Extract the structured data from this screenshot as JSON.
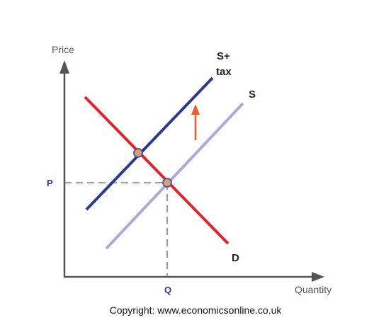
{
  "diagram": {
    "axis_y_label": "Price",
    "axis_x_label": "Quantity",
    "price_tick": "P",
    "quantity_tick": "Q",
    "supply_tax_label_line1": "S+",
    "supply_tax_label_line2": "tax",
    "supply_label": "S",
    "demand_label": "D"
  },
  "colors": {
    "axis": "#555555",
    "supply_tax": "#2b3990",
    "supply": "#a9acd9",
    "demand": "#e8202a",
    "shift_arrow": "#f15a24",
    "guide_lines": "#666666",
    "equilibrium_fill": "#d9a06b",
    "equilibrium_stroke": "#4b4bb0"
  },
  "footer": {
    "copyright": "Copyright: www.economicsonline.co.uk"
  }
}
